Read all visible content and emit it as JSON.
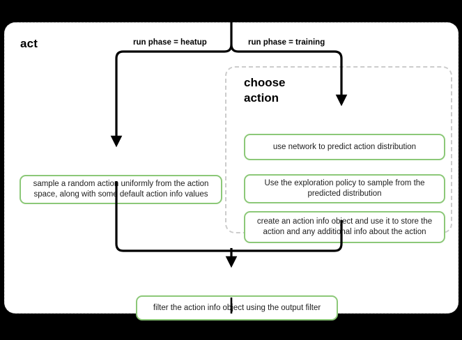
{
  "diagram": {
    "type": "flowchart",
    "title": "act",
    "subgraph_title": "choose\naction",
    "colors": {
      "process_border": "#8cc878",
      "process_fill": "#ffffff",
      "subgraph_border": "#cccccc",
      "card_fill": "#ffffff",
      "edge": "#000000",
      "page_background": "#000000"
    },
    "nodes": [
      {
        "id": "sample",
        "label": "sample a random action uniformly from the action space, along with some default action info values"
      },
      {
        "id": "predict",
        "label": "use network to predict action distribution"
      },
      {
        "id": "explore",
        "label": "Use the exploration policy to sample from the predicted distribution"
      },
      {
        "id": "create",
        "label": "create an action info object and use it to store the action and any additional info about the action"
      },
      {
        "id": "filter",
        "label": "filter the action info object using the output filter"
      }
    ],
    "edge_labels": [
      {
        "id": "heatup",
        "label": "run phase = heatup"
      },
      {
        "id": "training",
        "label": "run phase = training"
      }
    ]
  }
}
